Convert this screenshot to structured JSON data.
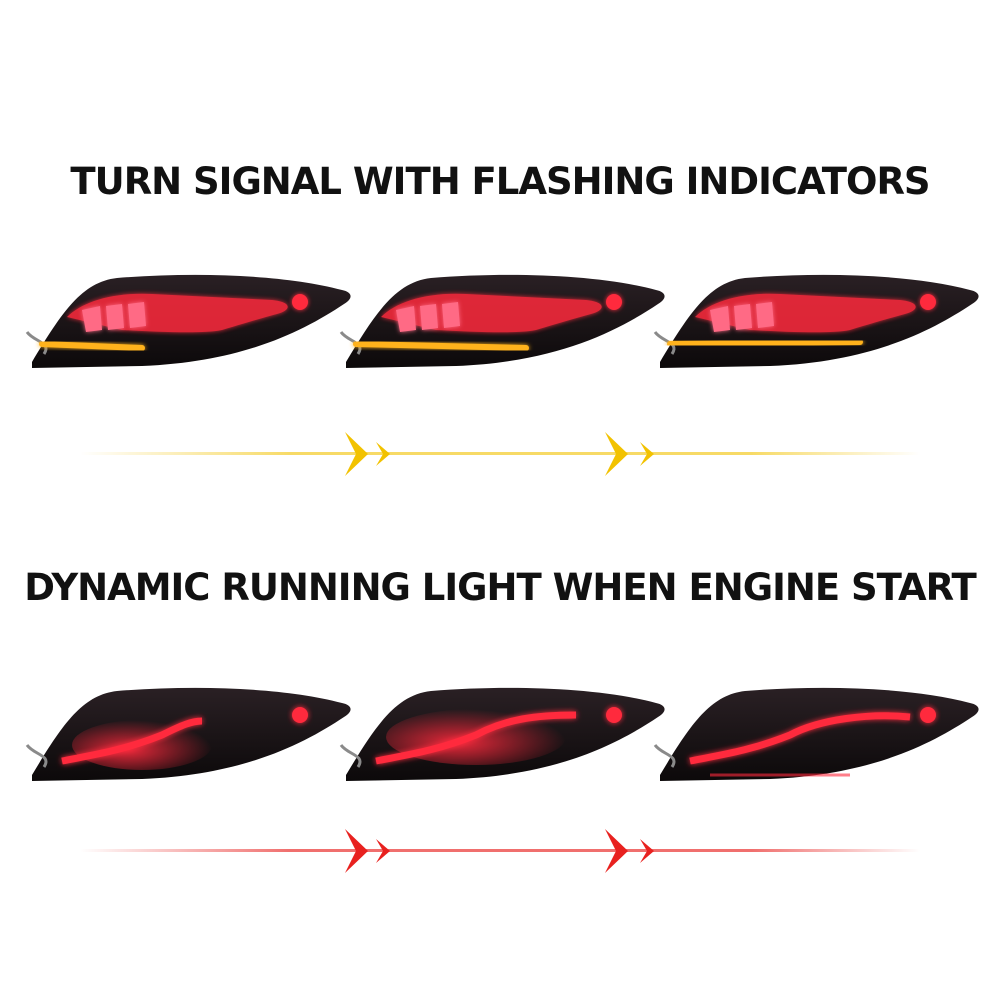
{
  "sections": [
    {
      "heading": "TURN SIGNAL WITH FLASHING INDICATORS",
      "mode": "turn-signal",
      "arrow_color": "#f2c200"
    },
    {
      "heading": "DYNAMIC RUNNING LIGHT WHEN ENGINE START",
      "mode": "running-light",
      "arrow_color": "#e8211f"
    }
  ],
  "colors": {
    "housing": "#1a1416",
    "red_glow": "#ff2a3d",
    "amber": "#ffb21a",
    "background": "#ffffff"
  },
  "turn_signal_fill": [
    0.45,
    0.75,
    1.0
  ],
  "running_light_fill": [
    0.45,
    0.75,
    1.0
  ]
}
